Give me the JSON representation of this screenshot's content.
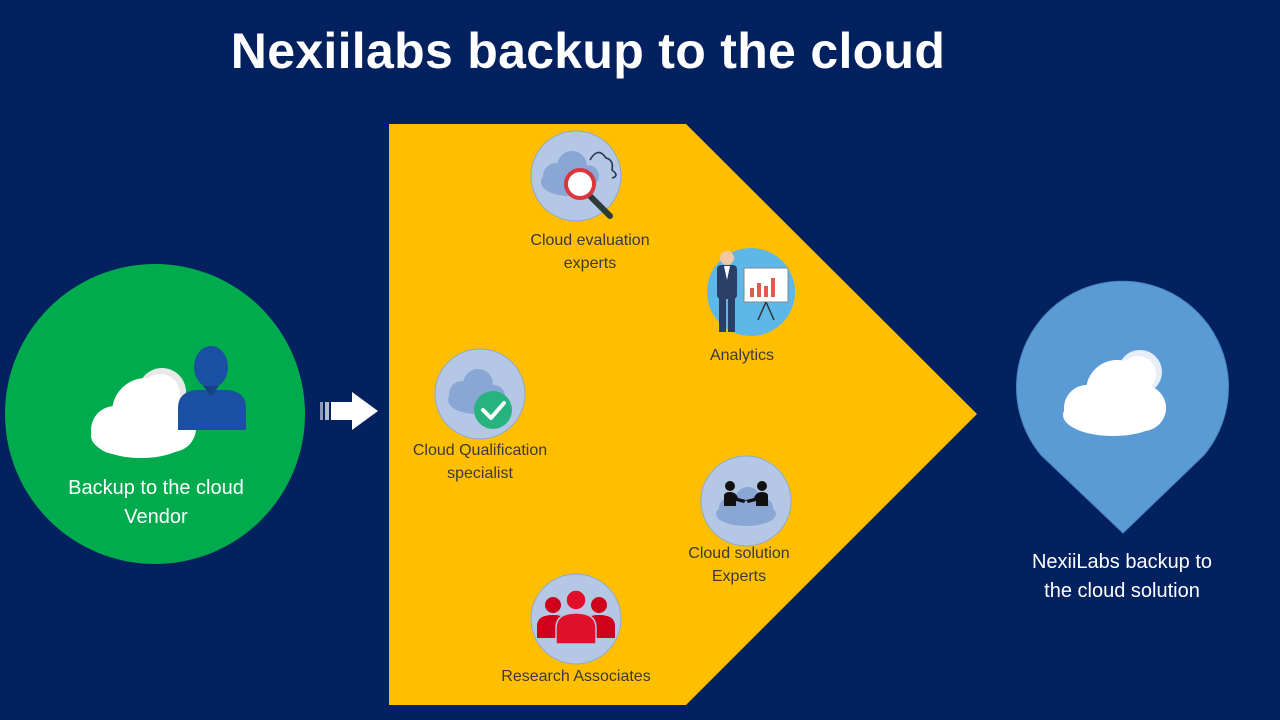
{
  "title": "Nexiilabs backup to the cloud",
  "colors": {
    "background": "#03215e",
    "vendor_circle": "#00ab4e",
    "center_shape": "#ffbf00",
    "pin": "#5b9bd5",
    "icon_circle": "#b4c8e6"
  },
  "vendor": {
    "label_line1": "Backup to the cloud",
    "label_line2": "Vendor",
    "icons": [
      "cloud-icon",
      "person-icon"
    ]
  },
  "arrow_icon": "right-arrow-icon",
  "roles": [
    {
      "id": "cloud-evaluation",
      "line1": "Cloud evaluation",
      "line2": "experts",
      "icon": "cloud-search-icon"
    },
    {
      "id": "analytics",
      "line1": "Analytics",
      "line2": "",
      "icon": "presenter-chart-icon"
    },
    {
      "id": "cloud-qualification",
      "line1": "Cloud Qualification",
      "line2": "specialist",
      "icon": "cloud-check-icon"
    },
    {
      "id": "cloud-solution",
      "line1": "Cloud solution",
      "line2": "Experts",
      "icon": "handshake-cloud-icon"
    },
    {
      "id": "research",
      "line1": "Research Associates",
      "line2": "",
      "icon": "people-group-icon"
    }
  ],
  "solution": {
    "label_line1": "NexiiLabs backup to",
    "label_line2": "the cloud solution",
    "icon": "cloud-pin-icon"
  }
}
